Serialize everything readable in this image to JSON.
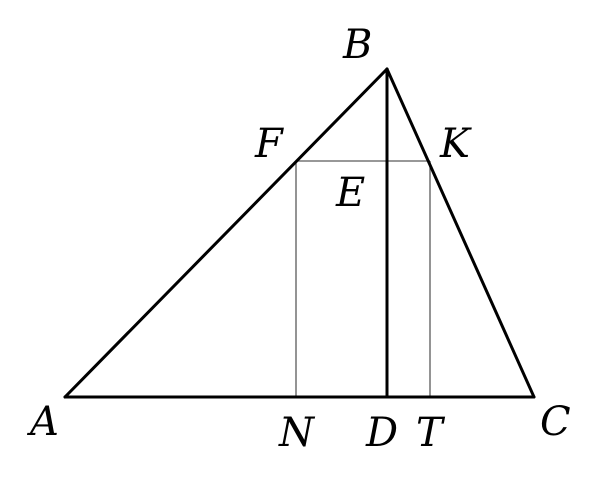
{
  "labels": {
    "A": "A",
    "B": "B",
    "C": "C",
    "D": "D",
    "E": "E",
    "F": "F",
    "K": "K",
    "N": "N",
    "T": "T"
  },
  "colors": {
    "main_line": "#000000",
    "rectangle_line": "#5a5a5a"
  }
}
